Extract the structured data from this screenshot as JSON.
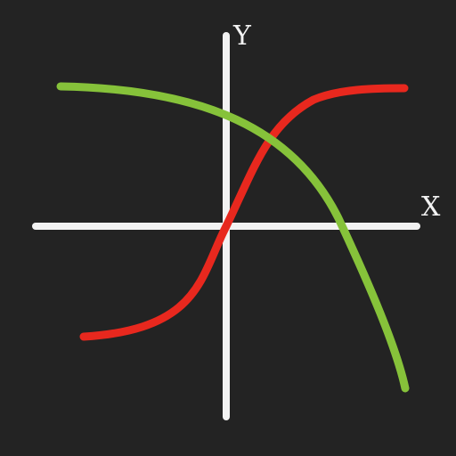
{
  "axes": {
    "x_label": "X",
    "y_label": "Y",
    "color": "#f2f2f2"
  },
  "curves": [
    {
      "id": "red-sigmoid-curve",
      "color": "#e8281e"
    },
    {
      "id": "green-falling-curve",
      "color": "#86c23a"
    }
  ],
  "background": "#232323"
}
